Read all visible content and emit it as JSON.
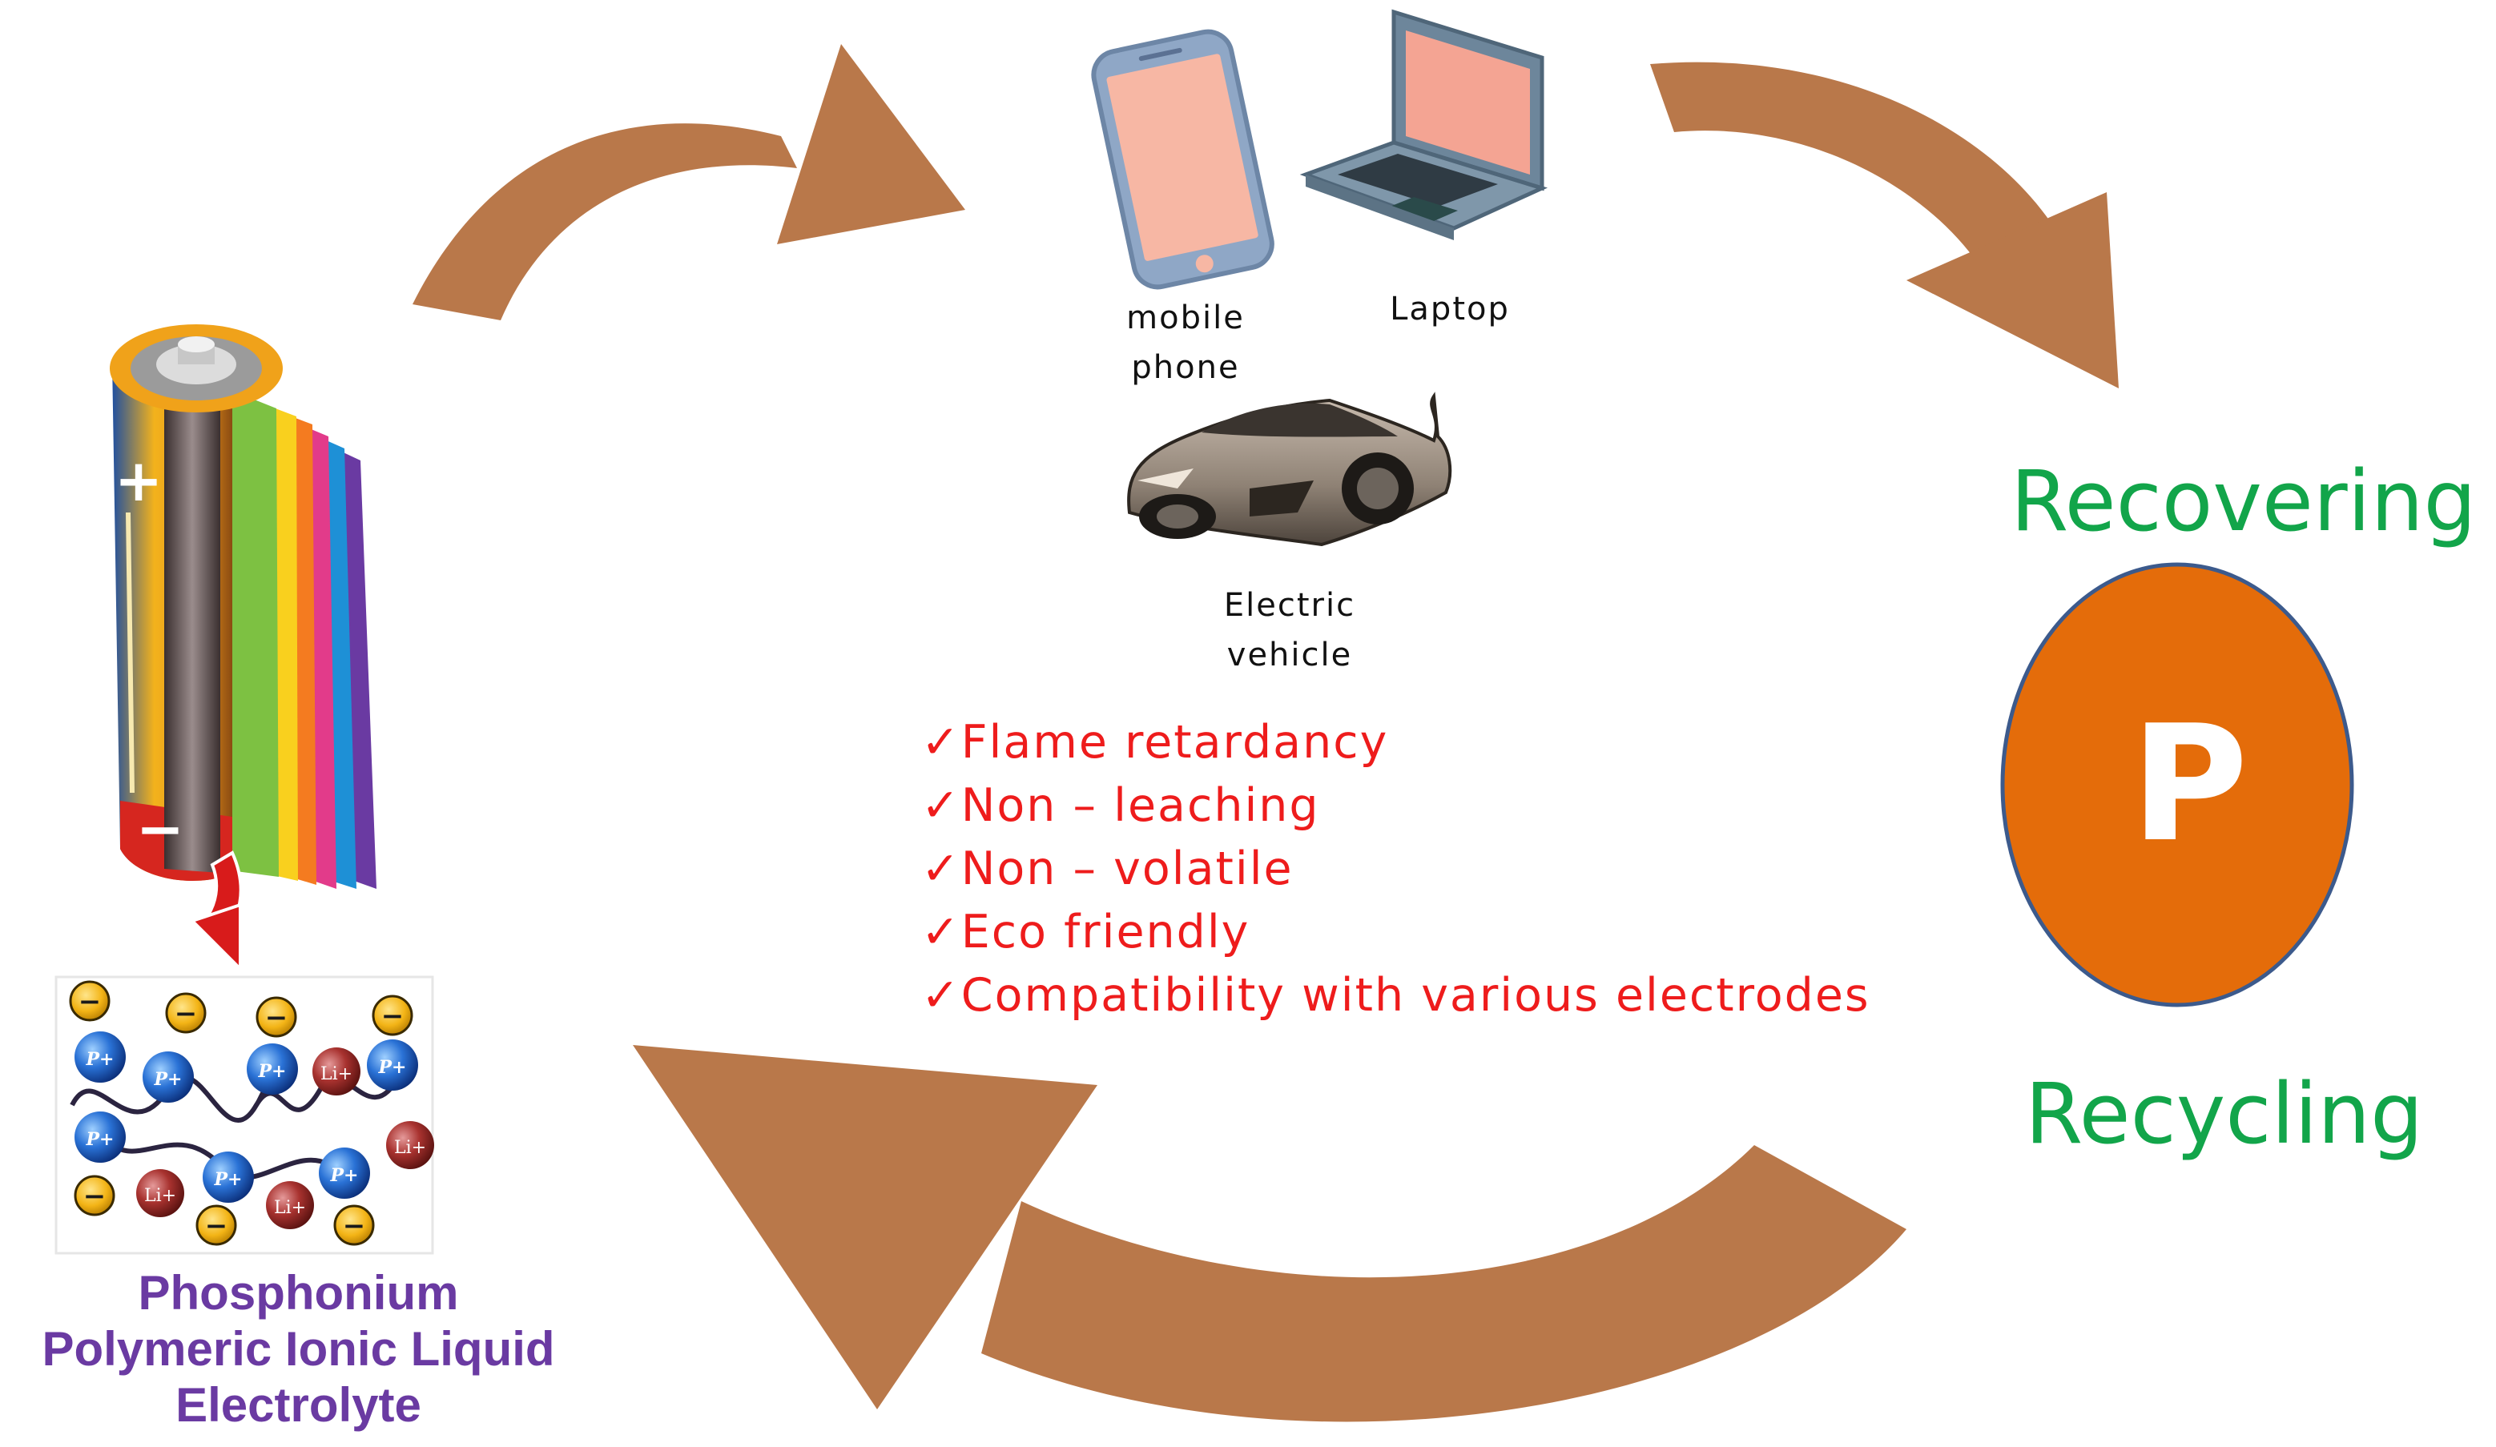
{
  "devices": {
    "mobile_phone": "mobile\nphone",
    "laptop": "Laptop",
    "electric_vehicle": "Electric\nvehicle"
  },
  "properties": [
    "Flame retardancy",
    "Non – leaching",
    "Non – volatile",
    "Eco friendly",
    "Compatibility with various electrodes"
  ],
  "check_mark": "✓",
  "recovery": {
    "top_label": "Recovering",
    "bottom_label": "Recycling",
    "element_symbol": "P"
  },
  "electrolyte": {
    "title": "Phosphonium\nPolymeric Ionic Liquid\nElectrolyte",
    "cation_label": "P+",
    "lithium_label": "Li+",
    "anion_label": "−"
  },
  "battery": {
    "positive_symbol": "+",
    "negative_symbol": "−"
  },
  "colors": {
    "arrow": "#b9784a",
    "properties_text": "#ee1c1c",
    "recovery_text": "#12a54a",
    "phosphorus_circle": "#e46c0a",
    "electrolyte_text": "#6a3aa2"
  }
}
